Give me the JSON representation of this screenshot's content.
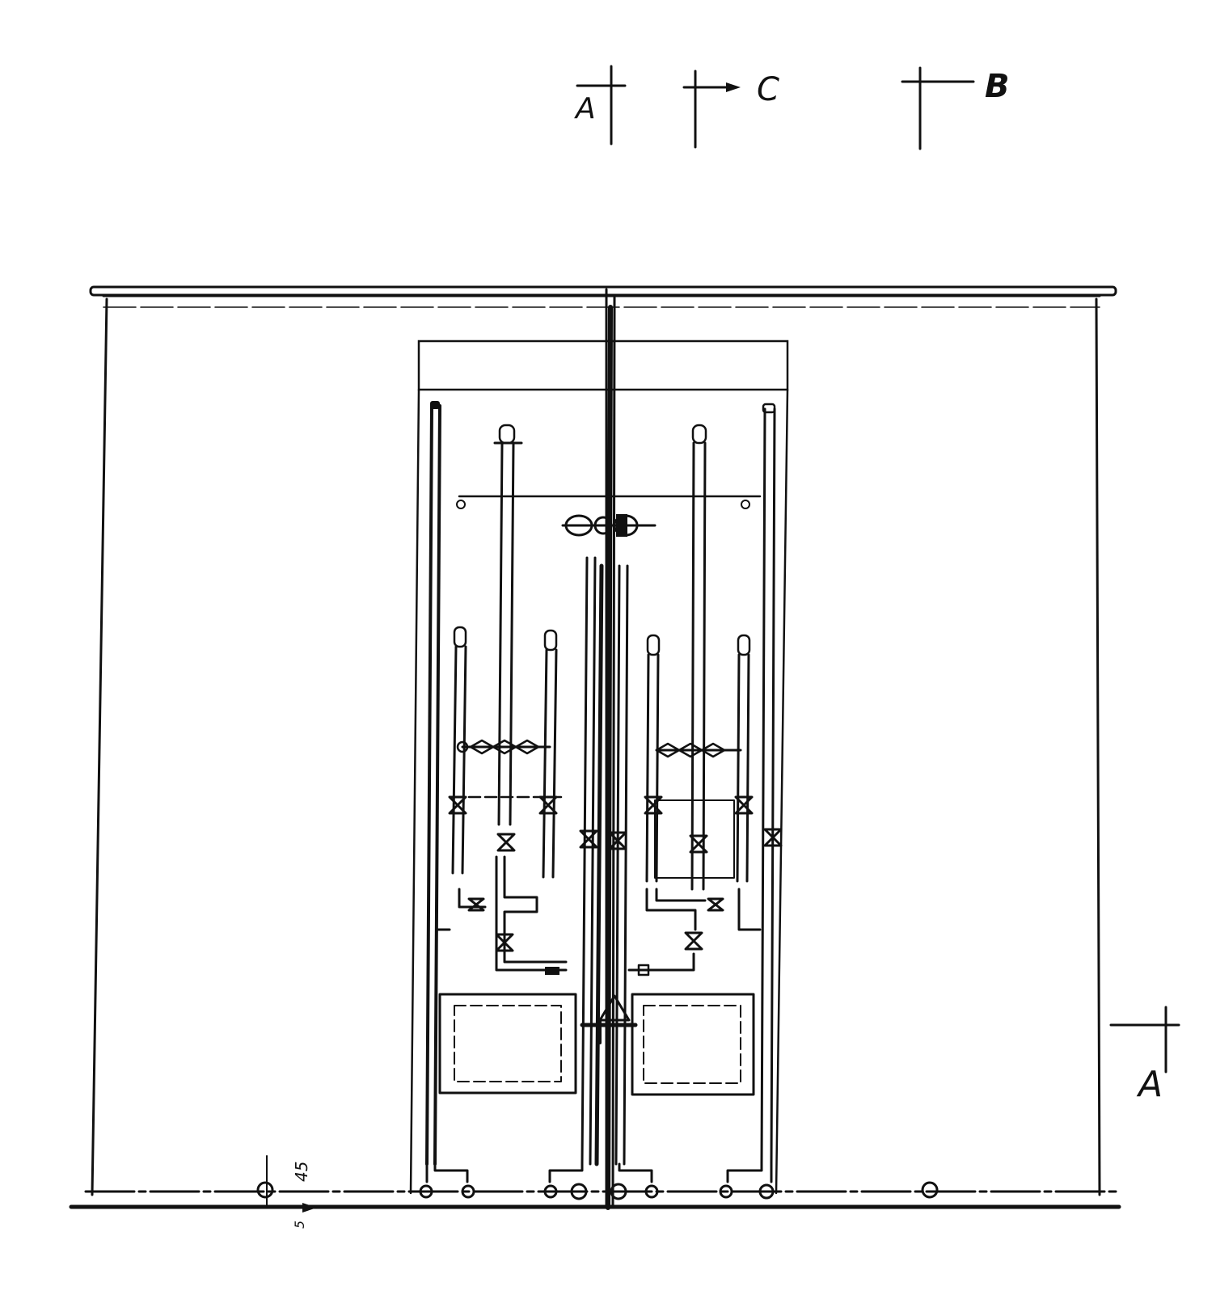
{
  "section_markers": {
    "a_top": "A",
    "c_top": "C",
    "b_top": "B",
    "a_right": "A"
  },
  "dimensions": {
    "floor_mark": "45",
    "floor_sub": "5"
  },
  "colors": {
    "ink": "#111111",
    "paper": "#ffffff"
  }
}
